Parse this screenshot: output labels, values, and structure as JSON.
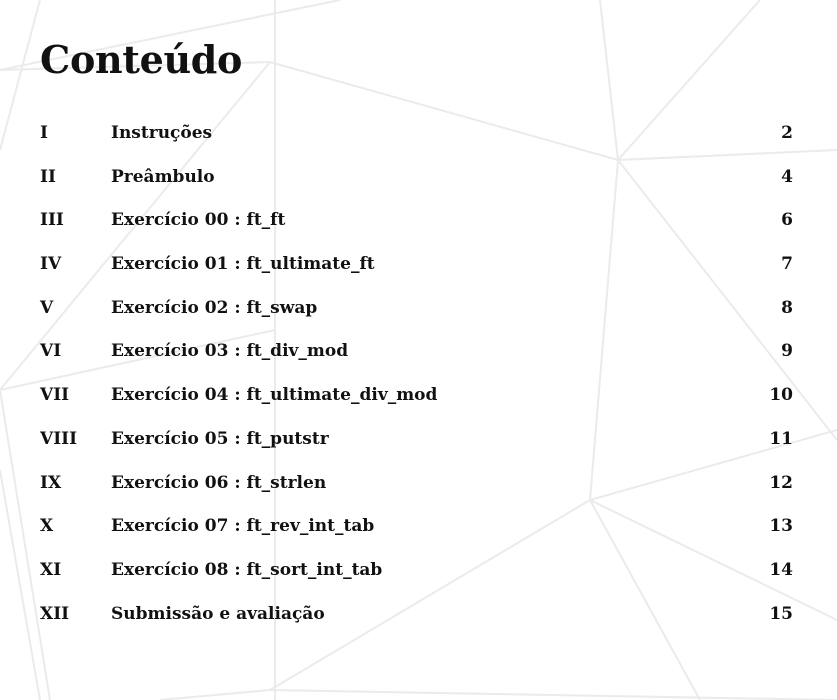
{
  "document": {
    "title": "Conteúdo",
    "entries": [
      {
        "num": "I",
        "title": "Instruções",
        "page": "2"
      },
      {
        "num": "II",
        "title": "Preâmbulo",
        "page": "4"
      },
      {
        "num": "III",
        "title": "Exercício 00 : ft_ft",
        "page": "6"
      },
      {
        "num": "IV",
        "title": "Exercício 01 : ft_ultimate_ft",
        "page": "7"
      },
      {
        "num": "V",
        "title": "Exercício 02 : ft_swap",
        "page": "8"
      },
      {
        "num": "VI",
        "title": "Exercício 03 : ft_div_mod",
        "page": "9"
      },
      {
        "num": "VII",
        "title": "Exercício 04 : ft_ultimate_div_mod",
        "page": "10"
      },
      {
        "num": "VIII",
        "title": "Exercício 05 : ft_putstr",
        "page": "11"
      },
      {
        "num": "IX",
        "title": "Exercício 06 : ft_strlen",
        "page": "12"
      },
      {
        "num": "X",
        "title": "Exercício 07 : ft_rev_int_tab",
        "page": "13"
      },
      {
        "num": "XI",
        "title": "Exercício 08 : ft_sort_int_tab",
        "page": "14"
      },
      {
        "num": "XII",
        "title": "Submissão e avaliação",
        "page": "15"
      }
    ]
  },
  "colors": {
    "text": "#111111",
    "background": "#ffffff",
    "watermark_lines": "#ebebeb"
  }
}
